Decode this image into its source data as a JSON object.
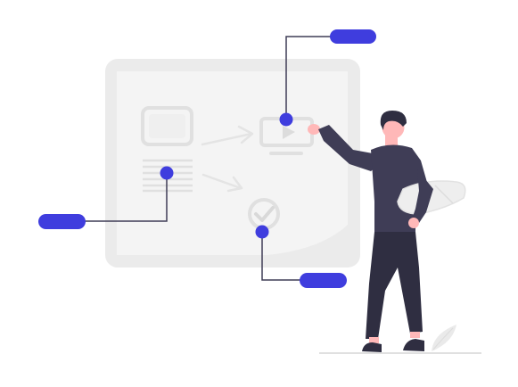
{
  "illustration": {
    "accent_color": "#3f3dde",
    "board_color": "#ebebeb",
    "board_inner_color": "#f3f3f3",
    "connector_color": "#3f3d56",
    "person_clothing_color": "#3f3d56",
    "skin_color": "#ffb8b8",
    "hair_color": "#2f2e41",
    "callouts": [
      {
        "name": "top-right-label-pill"
      },
      {
        "name": "left-label-pill"
      },
      {
        "name": "bottom-label-pill"
      }
    ],
    "icons": [
      "image-placeholder-icon",
      "text-lines-icon",
      "video-player-icon",
      "check-circle-icon",
      "arrow-icon"
    ]
  }
}
